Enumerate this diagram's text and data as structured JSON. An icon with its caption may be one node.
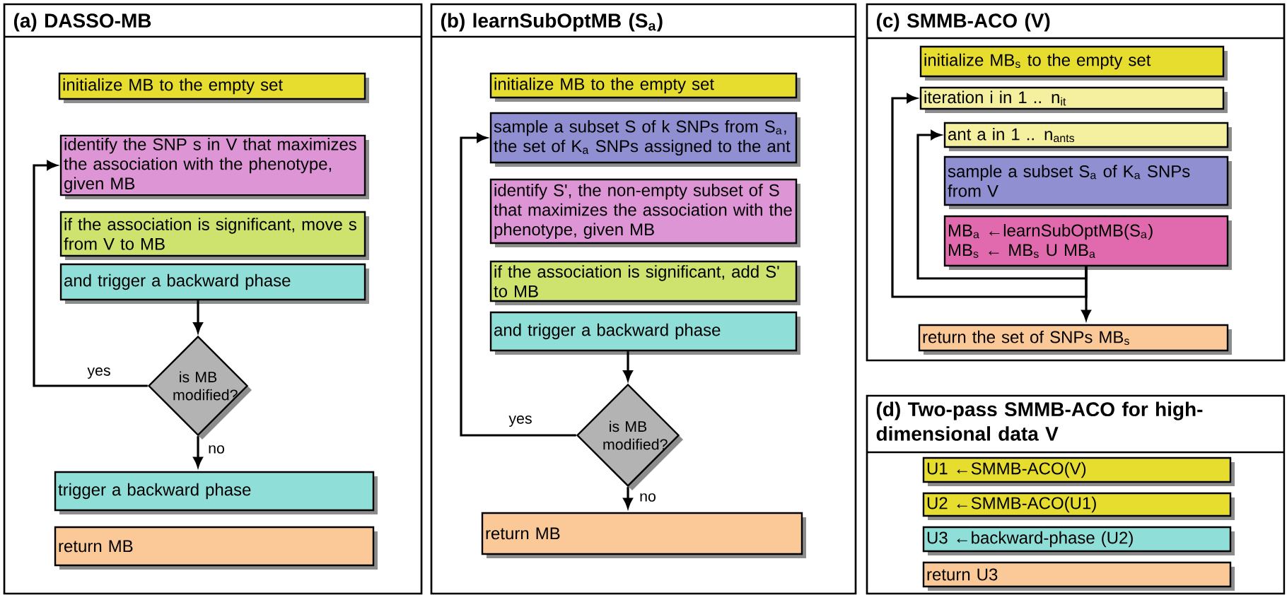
{
  "diagram": {
    "nodes": [
      {
        "text": [
          "(a) DASSO-MB"
        ]
      },
      {
        "text": [
          "initialize MB to the empty set"
        ],
        "in": 0
      },
      {
        "text": [
          "identify the SNP s in V that maximizes the association with the phenotype, given MB"
        ],
        "in": 0
      },
      {
        "text": [
          "if the association is significant, move s from V to MB"
        ],
        "in": 0
      },
      {
        "text": [
          "and trigger a backward phase"
        ],
        "in": 0
      },
      {
        "text": [
          "is MB modified?"
        ],
        "in": 0
      },
      {
        "text": [
          "trigger a backward phase"
        ],
        "in": 0
      },
      {
        "text": [
          "return MB"
        ],
        "in": 0
      },
      {
        "text": [
          "(b) learnSubOptMB (S$_{a}$)"
        ]
      },
      {
        "text": [
          "initialize MB to the empty set"
        ],
        "in": 8
      },
      {
        "text": [
          "sample a subset S of k SNPs from S$_{a}$, the set of K$_{a}$ SNPs assigned to the ant"
        ],
        "in": 8
      },
      {
        "text": [
          "identify S', the non-empty subset of S that maximizes the association with the phenotype, given MB"
        ],
        "in": 8
      },
      {
        "text": [
          "if the association is significant, add S' to MB"
        ],
        "in": 8
      },
      {
        "text": [
          "and trigger a backward phase"
        ],
        "in": 8
      },
      {
        "text": [
          "is MB modified?"
        ],
        "in": 8
      },
      {
        "text": [
          "return MB"
        ],
        "in": 8
      },
      {
        "text": [
          "(c) SMMB-ACO (V)"
        ]
      },
      {
        "text": [
          "initialize MB$_{s}$ to the empty set"
        ],
        "in": 16
      },
      {
        "text": [
          "iteration i in 1 .. n$_{it}$"
        ],
        "in": 16
      },
      {
        "text": [
          "ant a in 1 .. n$_{ants}$"
        ],
        "in": 16
      },
      {
        "text": [
          "sample a subset S$_{a}$ of K$_{a}$ SNPs from V"
        ],
        "in": 16
      },
      {
        "text": [
          "MB$_{a}$ ←learnSubOptMB(S$_{a}$)",
          "MB$_{s}$ ← MB$_{s}$ U MB$_{a}$"
        ],
        "in": 16
      },
      {
        "text": [
          "return the set of SNPs MB$_{s}$"
        ],
        "in": 16
      },
      {
        "text": [
          "(d) Two-pass SMMB-ACO for high-dimensional data V"
        ]
      },
      {
        "text": [
          "U1 ←SMMB-ACO(V)"
        ],
        "in": 23
      },
      {
        "text": [
          "U2 ←SMMB-ACO(U1)"
        ],
        "in": 23
      },
      {
        "text": [
          "U3 ←backward-phase (U2)"
        ],
        "in": 23
      },
      {
        "text": [
          "return U3"
        ],
        "in": 23
      }
    ],
    "edges": [
      {
        "from": 4,
        "to": 5,
        "arrow": "to"
      },
      {
        "from": 5,
        "to": 2,
        "arrow": "to",
        "label": "yes"
      },
      {
        "from": 5,
        "to": 6,
        "arrow": "to",
        "label": "no"
      },
      {
        "from": 13,
        "to": 14,
        "arrow": "to"
      },
      {
        "from": 14,
        "to": 10,
        "arrow": "to",
        "label": "yes"
      },
      {
        "from": 14,
        "to": 15,
        "arrow": "to",
        "label": "no"
      },
      {
        "from": 21,
        "to": 19,
        "arrow": "to"
      },
      {
        "from": 21,
        "to": 18,
        "arrow": "to"
      },
      {
        "from": 21,
        "to": 22,
        "arrow": "to"
      }
    ]
  }
}
